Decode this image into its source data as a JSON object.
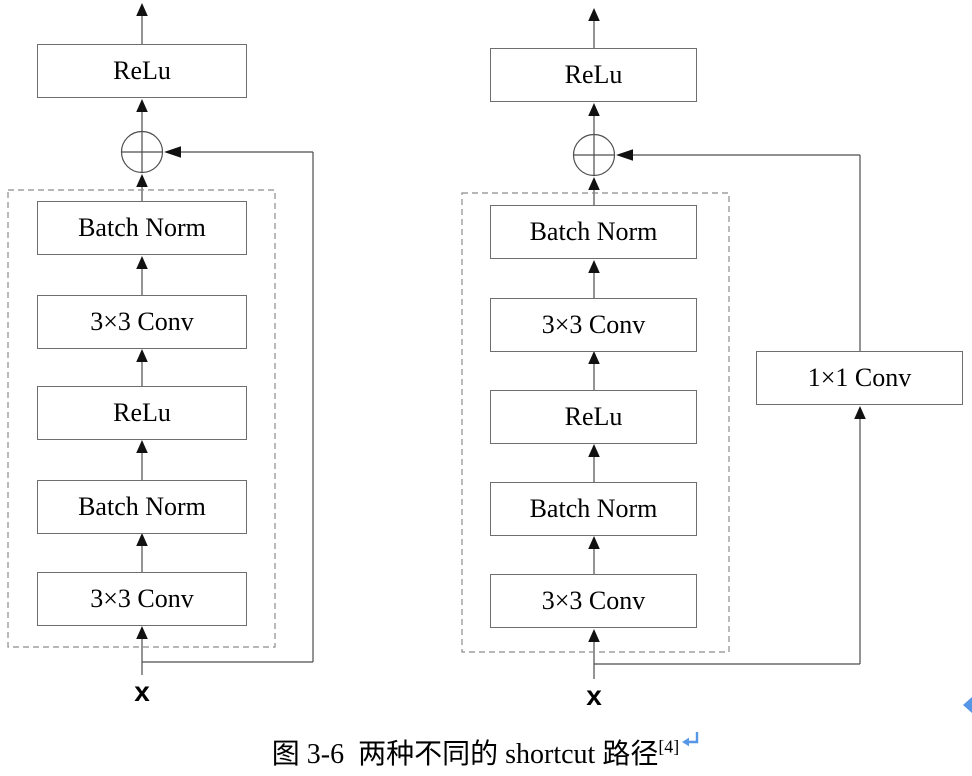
{
  "colors": {
    "line": "#4d4d4d",
    "box_border": "#6e6e6e",
    "dashed_border": "#8c8c8c",
    "arrowhead": "#111111",
    "text": "#000000",
    "format_mark_blue": "#5596E6",
    "bg": "#ffffff"
  },
  "left_block": {
    "output_box": "ReLu",
    "inner_boxes": [
      "Batch Norm",
      "3×3 Conv",
      "ReLu",
      "Batch Norm",
      "3×3 Conv"
    ],
    "input_label": "x"
  },
  "right_block": {
    "output_box": "ReLu",
    "inner_boxes": [
      "Batch Norm",
      "3×3 Conv",
      "ReLu",
      "Batch Norm",
      "3×3 Conv"
    ],
    "shortcut_box": "1×1 Conv",
    "input_label": "x"
  },
  "caption": {
    "text": "图 3-6  两种不同的 shortcut 路径",
    "superscript": "[4]"
  }
}
